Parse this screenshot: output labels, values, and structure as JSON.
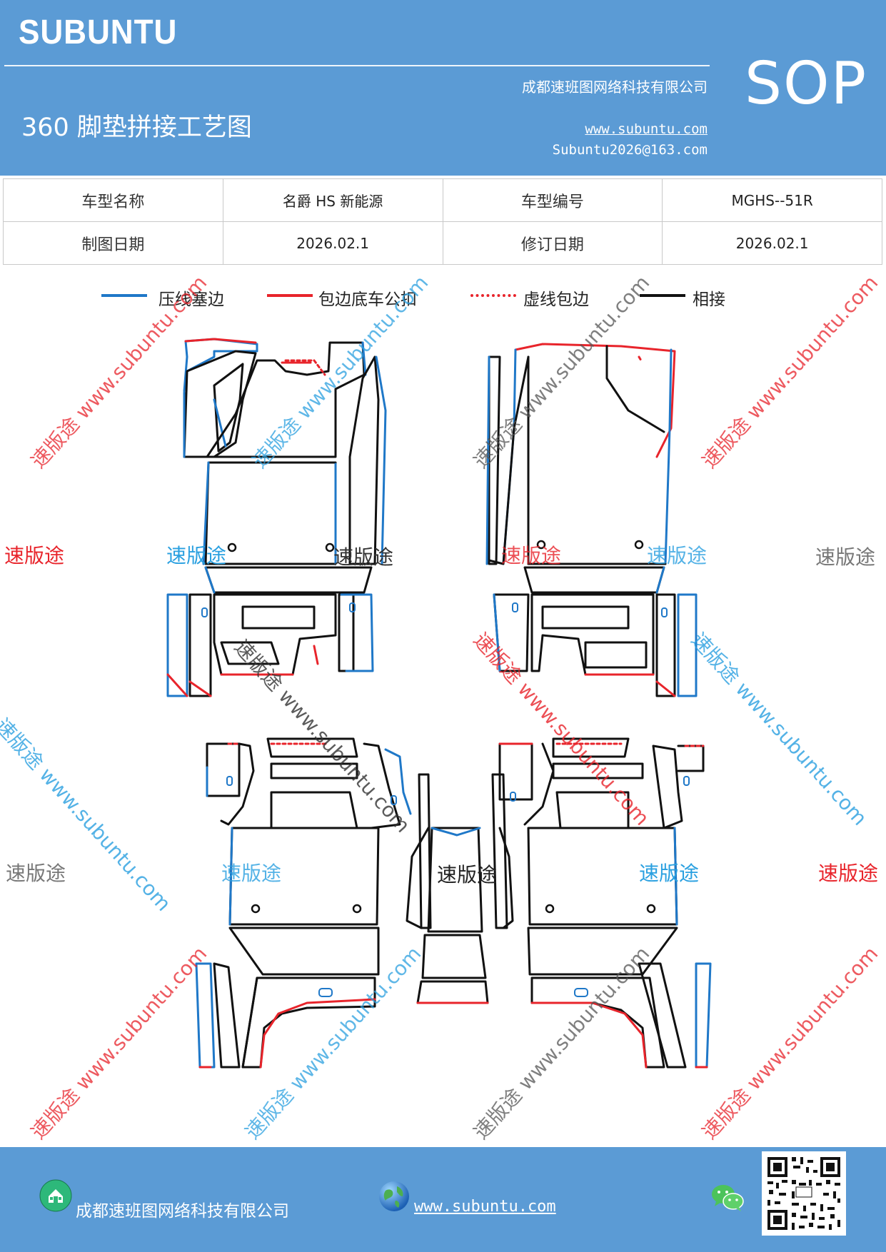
{
  "header": {
    "brand": "SUBUNTU",
    "badge": "SOP",
    "title": "360 脚垫拼接工艺图",
    "company": "成都速班图网络科技有限公司",
    "website": "www.subuntu.com",
    "email": "Subuntu2026@163.com"
  },
  "info_table": {
    "rows": [
      [
        "车型名称",
        "名爵 HS 新能源",
        "车型编号",
        "MGHS--51R"
      ],
      [
        "制图日期",
        "2026.02.1",
        "修订日期",
        "2026.02.1"
      ]
    ]
  },
  "legend": {
    "items": [
      {
        "label": "压线塞边",
        "color": "#1f78c8",
        "style": "solid"
      },
      {
        "label": "包边底车公扣",
        "color": "#e8242b",
        "style": "solid"
      },
      {
        "label": "虚线包边",
        "color": "#e8242b",
        "style": "dotted"
      },
      {
        "label": "相接",
        "color": "#111111",
        "style": "solid"
      }
    ]
  },
  "watermarks": {
    "brand": "速版途",
    "url": "www.subuntu.com",
    "combined": "速版途 www.subuntu.com"
  },
  "footer": {
    "company": "成都速班图网络科技有限公司",
    "website": "www.subuntu.com"
  },
  "colors": {
    "header_bg": "#5b9bd5",
    "blue_line": "#1f78c8",
    "red_line": "#e8242b",
    "black_line": "#111111"
  }
}
